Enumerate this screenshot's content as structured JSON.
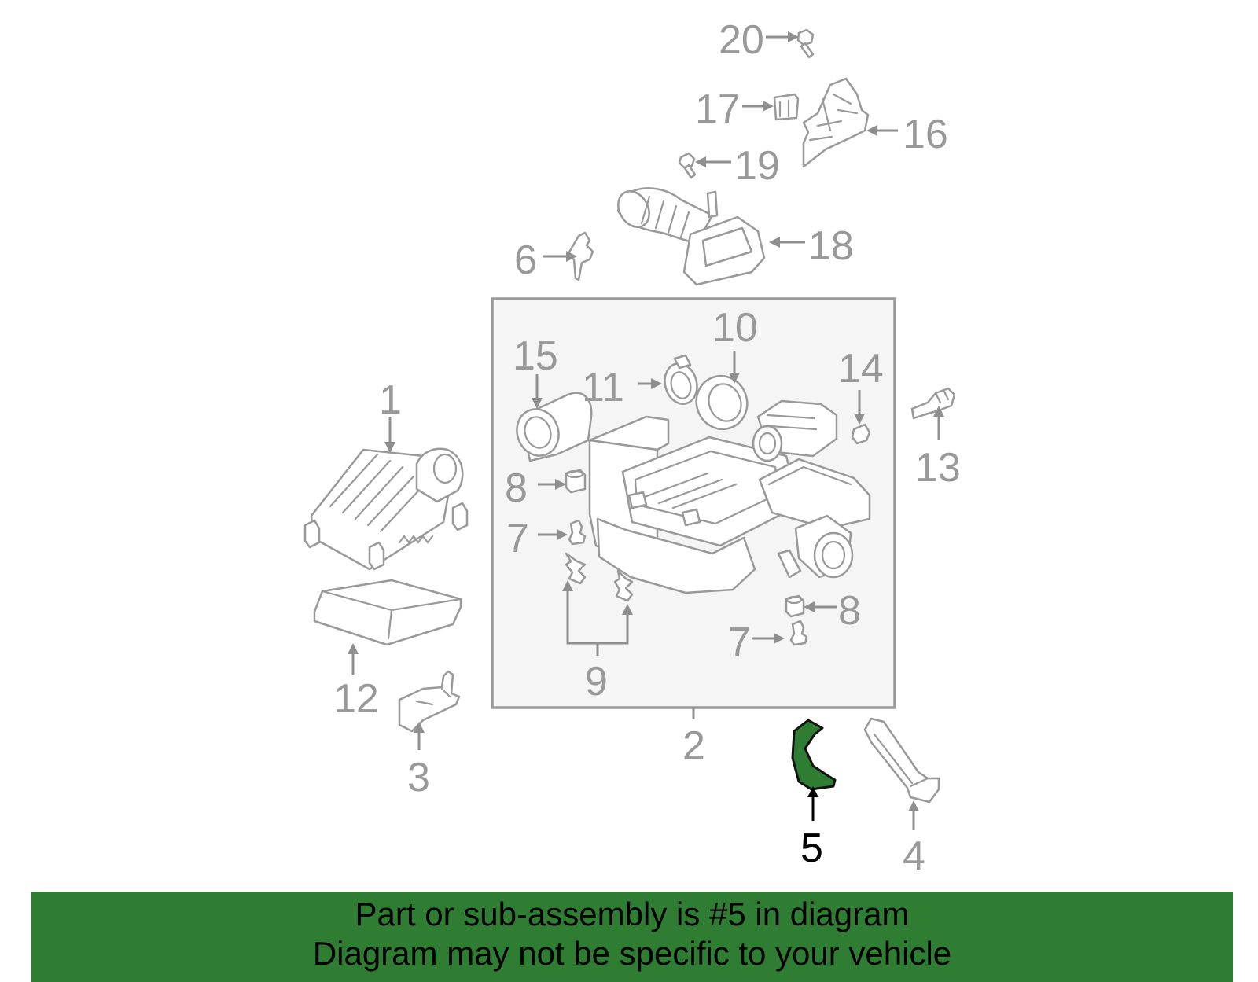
{
  "diagram": {
    "highlighted_part": "5",
    "highlight_color": "#2e7d32",
    "part_stroke_color": "#999999",
    "callouts": {
      "c1": "1",
      "c2": "2",
      "c3": "3",
      "c4": "4",
      "c5": "5",
      "c6": "6",
      "c7a": "7",
      "c7b": "7",
      "c8a": "8",
      "c8b": "8",
      "c9": "9",
      "c10": "10",
      "c11": "11",
      "c12": "12",
      "c13": "13",
      "c14": "14",
      "c15": "15",
      "c16": "16",
      "c17": "17",
      "c18": "18",
      "c19": "19",
      "c20": "20"
    }
  },
  "footer": {
    "line1": "Part or sub-assembly is #5 in diagram",
    "line2": "Diagram may not be specific to your vehicle",
    "background": "#2e7d32"
  }
}
